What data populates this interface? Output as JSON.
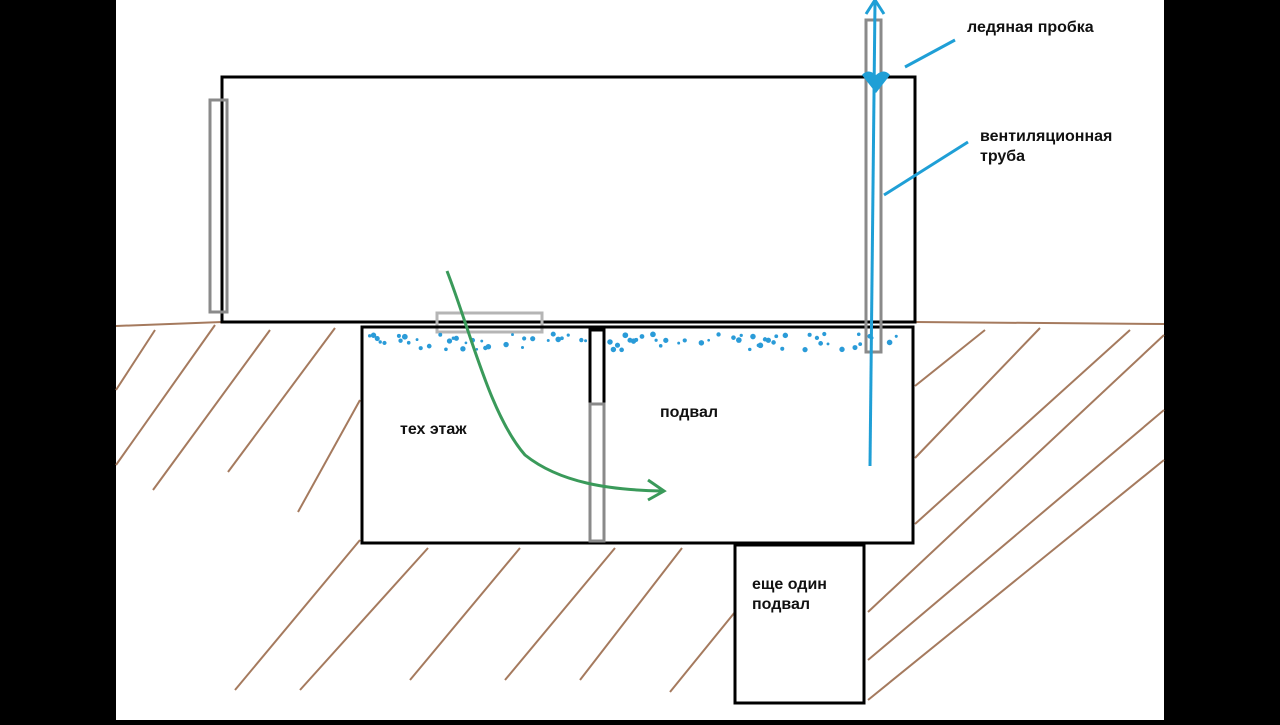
{
  "labels": {
    "ice_plug": "ледяная пробка",
    "vent_pipe_line1": "вентиляционная",
    "vent_pipe_line2": "труба",
    "tech_floor": "тех этаж",
    "basement": "подвал",
    "another_basement_line1": "еще один",
    "another_basement_line2": "подвал"
  },
  "colors": {
    "background": "#ffffff",
    "letterbox": "#000000",
    "walls": "#000000",
    "door_gray": "#8a8a8a",
    "vent_blue": "#1f9fd6",
    "ground_hatch": "#a57a5e",
    "airflow_green": "#3a9a5a",
    "frost_blue": "#2a9bd8"
  }
}
